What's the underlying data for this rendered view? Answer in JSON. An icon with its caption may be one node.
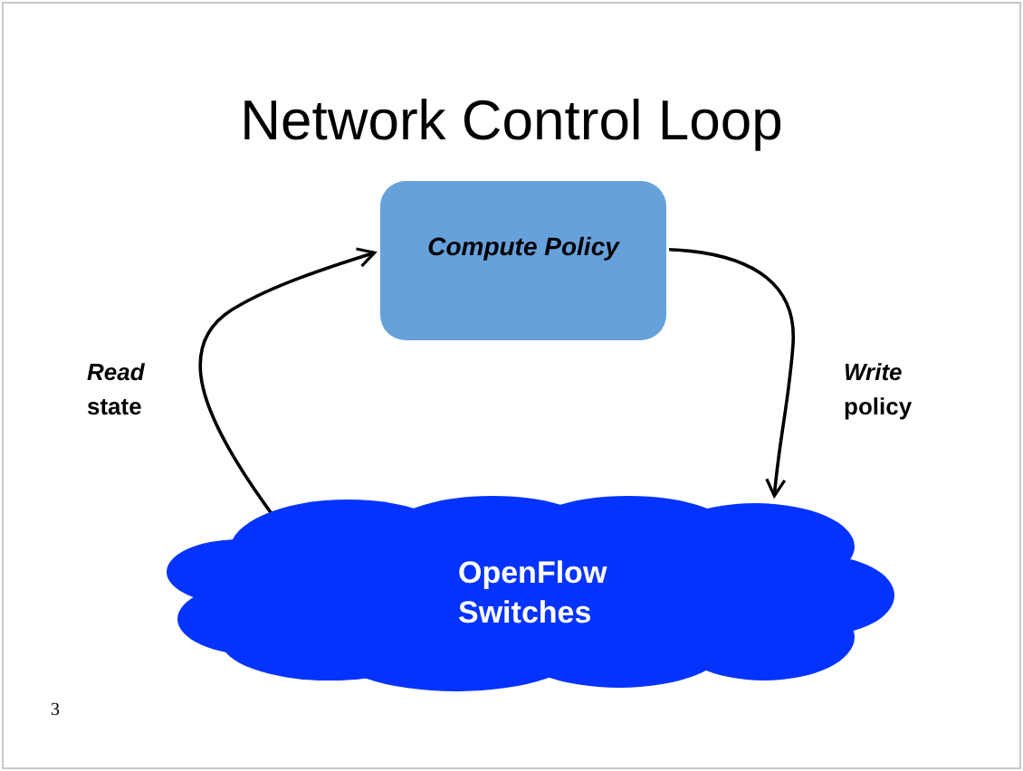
{
  "diagram": {
    "title": "Network Control Loop",
    "nodes": [
      {
        "text": [
          "Compute Policy"
        ]
      },
      {
        "text": [
          "OpenFlow Switches"
        ]
      }
    ],
    "edges": [
      {
        "from": 1,
        "to": 0,
        "arrow": "to",
        "label": "*Read* state"
      },
      {
        "from": 0,
        "to": 1,
        "arrow": "to",
        "label": "*Write* policy"
      }
    ],
    "labels": [
      "3"
    ]
  }
}
